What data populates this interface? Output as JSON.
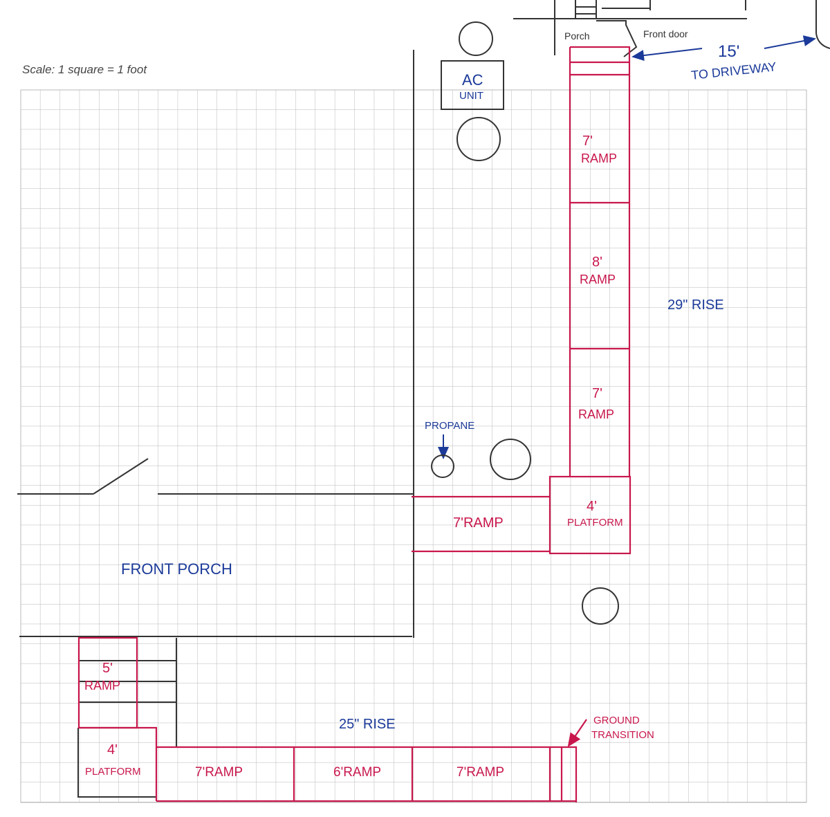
{
  "scale_label": "Scale: 1 square = 1 foot",
  "house": {
    "porch_label": "Porch",
    "front_door_label": "Front door"
  },
  "driveway": {
    "distance": "15'",
    "label": "TO DRIVEWAY"
  },
  "ac_unit": {
    "line1": "AC",
    "line2": "UNIT"
  },
  "propane_label": "PROPANE",
  "front_porch_label": "FRONT PORCH",
  "right_route": {
    "rise": "29\" RISE",
    "ramps": [
      {
        "length": "7'",
        "label": "RAMP"
      },
      {
        "length": "8'",
        "label": "RAMP"
      },
      {
        "length": "7'",
        "label": "RAMP"
      }
    ],
    "platform": {
      "length": "4'",
      "label": "PLATFORM"
    },
    "connector_ramp": "7'RAMP"
  },
  "bottom_route": {
    "rise": "25\" RISE",
    "first_ramp": {
      "length": "5'",
      "label": "RAMP"
    },
    "platform": {
      "length": "4'",
      "label": "PLATFORM"
    },
    "ramps": [
      "7'RAMP",
      "6'RAMP",
      "7'RAMP"
    ],
    "ground_transition": [
      "GROUND",
      "TRANSITION"
    ]
  },
  "colors": {
    "ramp": "#c8174c",
    "annotation": "#1b3a99",
    "pencil": "#333333",
    "grid": "#b8b8b8"
  }
}
